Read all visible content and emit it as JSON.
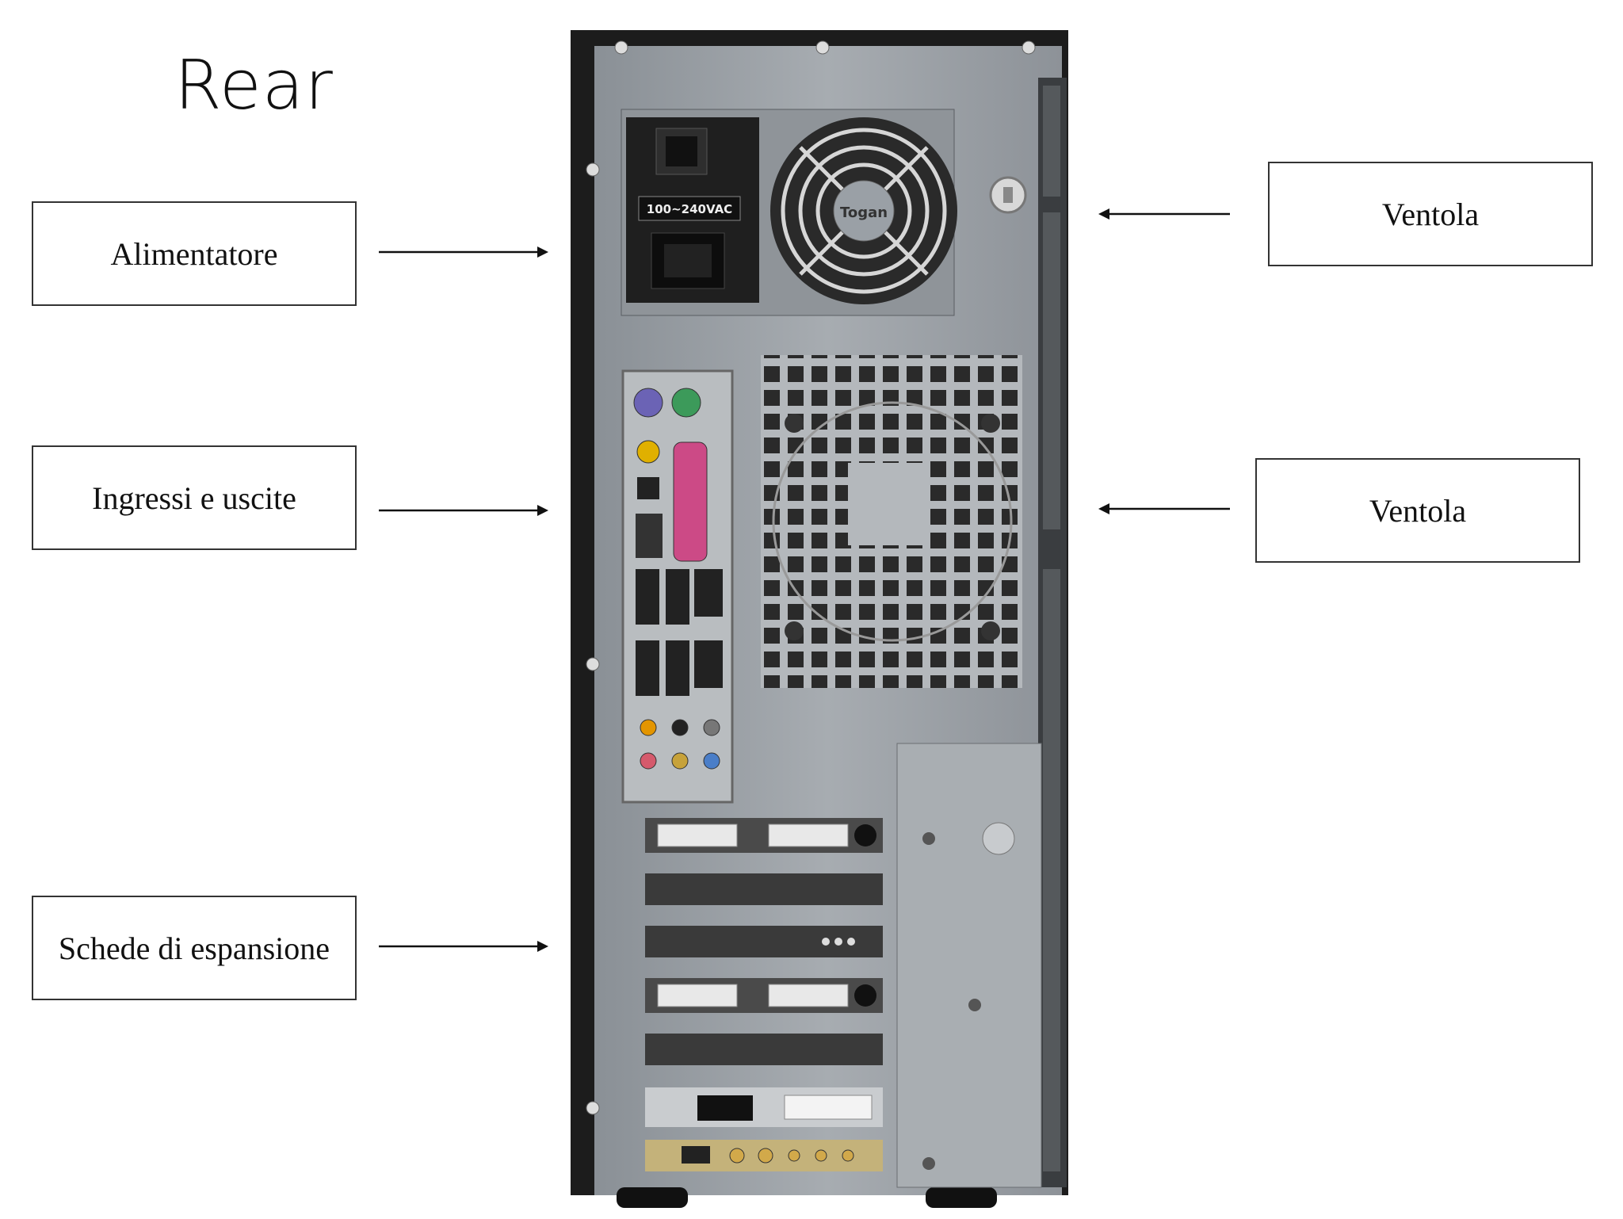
{
  "title": "Rear",
  "labels": {
    "power_supply": "Alimentatore",
    "io_ports": "Ingressi e uscite",
    "expansion_cards": "Schede di espansione",
    "fan_top": "Ventola",
    "fan_middle": "Ventola"
  },
  "device_markings": {
    "voltage": "100~240VAC",
    "fan_brand": "Togan"
  }
}
